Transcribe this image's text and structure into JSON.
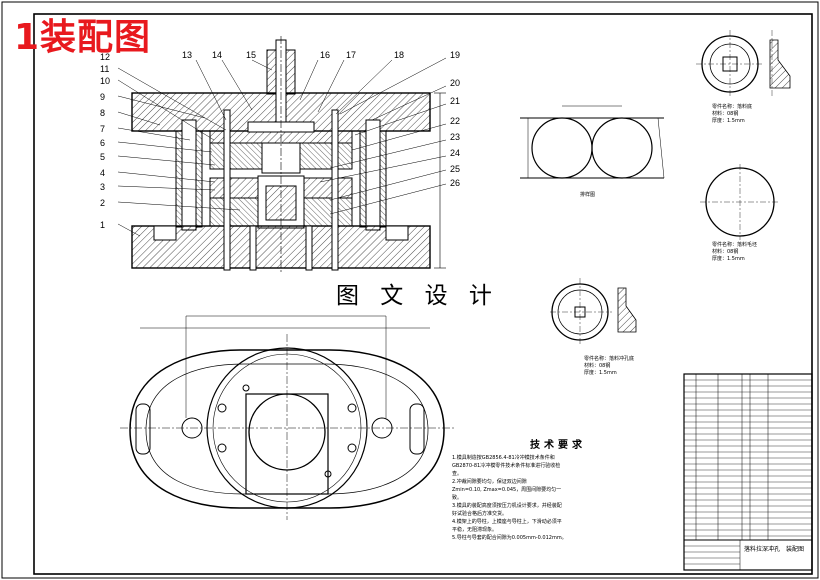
{
  "title": "1装配图",
  "caption": "图 文 设 计",
  "callouts": [
    "1",
    "2",
    "3",
    "4",
    "5",
    "6",
    "7",
    "8",
    "9",
    "10",
    "11",
    "12",
    "13",
    "14",
    "15",
    "16",
    "17",
    "18",
    "19",
    "20",
    "21",
    "22",
    "23",
    "24",
    "25",
    "26"
  ],
  "tech_requirements": {
    "title": "技术要求",
    "lines": [
      "1.模具制造按GB2856.4-81冷冲模技术条件和",
      "GB2870-81冷冲模零件技术条件标准进行验收检",
      "查。",
      "2.冲裁间隙要均匀，保证双边间隙",
      "Zmin=0.10, Zmax=0.045，周围间隙要均匀一",
      "致。",
      "3.模具的装配高度须按压力机设计要求，并经装配",
      "好试验合格后方准交货。",
      "4.模架上的导柱，上模座与导柱上，下滑动必须平",
      "平稳，无阻滞现象。",
      "5.导柱与导套的配合间隙为0.005mm-0.012mm。"
    ]
  },
  "part_labels": [
    {
      "id": "p1",
      "lines": [
        "零件名称：落料底",
        "材料：08钢",
        "厚度：1.5mm"
      ]
    },
    {
      "id": "p2",
      "lines": [
        "排样图"
      ]
    },
    {
      "id": "p3",
      "lines": [
        "零件名称：落料毛坯",
        "材料：08钢",
        "厚度：1.5mm"
      ]
    },
    {
      "id": "p4",
      "lines": [
        "零件名称：落料冲孔底",
        "材料：08钢",
        "厚度：1.5mm"
      ]
    }
  ],
  "title_block": {
    "name": "落料拉深冲孔",
    "sheet": "装配图"
  },
  "colors": {
    "title": "#e8191e",
    "line": "#000000",
    "hatch": "#000000",
    "background": "#ffffff"
  }
}
